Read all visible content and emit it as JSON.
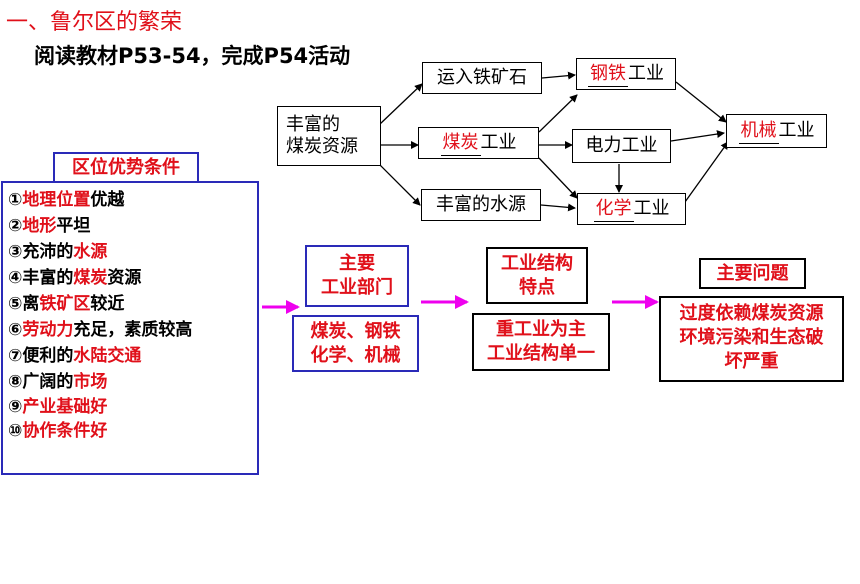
{
  "title": "一、鲁尔区的繁荣",
  "subtitle": "阅读教材P53-54，完成P54活动",
  "flow": {
    "resource": [
      "丰富的",
      "煤炭资源"
    ],
    "iron_ore": "运入铁矿石",
    "coal": {
      "fill": "煤炭",
      "suffix": "工业"
    },
    "water": "丰富的水源",
    "steel": {
      "fill": "钢铁",
      "suffix": "工业"
    },
    "power": "电力工业",
    "chemical": {
      "fill": "化学",
      "suffix": "工业"
    },
    "machinery": {
      "fill": "机械",
      "suffix": "工业"
    }
  },
  "advantages": {
    "header": "区位优势条件",
    "items": [
      {
        "num": "①",
        "parts": [
          {
            "t": "地理位置",
            "red": true
          },
          {
            "t": "优越",
            "red": false
          }
        ]
      },
      {
        "num": "②",
        "parts": [
          {
            "t": "地形",
            "red": true
          },
          {
            "t": "平坦",
            "red": false
          }
        ]
      },
      {
        "num": "③",
        "parts": [
          {
            "t": "充沛的",
            "red": false
          },
          {
            "t": "水源",
            "red": true
          }
        ]
      },
      {
        "num": "④",
        "parts": [
          {
            "t": "丰富的",
            "red": false
          },
          {
            "t": "煤炭",
            "red": true
          },
          {
            "t": "资源",
            "red": false
          }
        ]
      },
      {
        "num": "⑤",
        "parts": [
          {
            "t": "离",
            "red": false
          },
          {
            "t": "铁矿区",
            "red": true
          },
          {
            "t": "较近",
            "red": false
          }
        ]
      },
      {
        "num": "⑥",
        "parts": [
          {
            "t": "劳动力",
            "red": true
          },
          {
            "t": "充足，素质较高",
            "red": false
          }
        ]
      },
      {
        "num": "⑦",
        "parts": [
          {
            "t": "便利的",
            "red": false
          },
          {
            "t": "水陆交通",
            "red": true
          }
        ]
      },
      {
        "num": "⑧",
        "parts": [
          {
            "t": "广阔的",
            "red": false
          },
          {
            "t": "市场",
            "red": true
          }
        ]
      },
      {
        "num": "⑨",
        "parts": [
          {
            "t": "产业基础好",
            "red": true
          }
        ]
      },
      {
        "num": "⑩",
        "parts": [
          {
            "t": "协作条件好",
            "red": true
          }
        ]
      }
    ]
  },
  "sectors": {
    "header": [
      "主要",
      "工业部门"
    ],
    "body": [
      "煤炭、钢铁",
      "化学、机械"
    ]
  },
  "structure": {
    "header": [
      "工业结构",
      "特点"
    ],
    "body": [
      "重工业为主",
      "工业结构单一"
    ]
  },
  "problems": {
    "header": "主要问题",
    "body": [
      "过度依赖煤炭资源",
      "环境污染和生态破",
      "坏严重"
    ]
  },
  "colors": {
    "red": "#e0101a",
    "blue": "#2a2ab8",
    "magenta": "#ee00ee"
  }
}
